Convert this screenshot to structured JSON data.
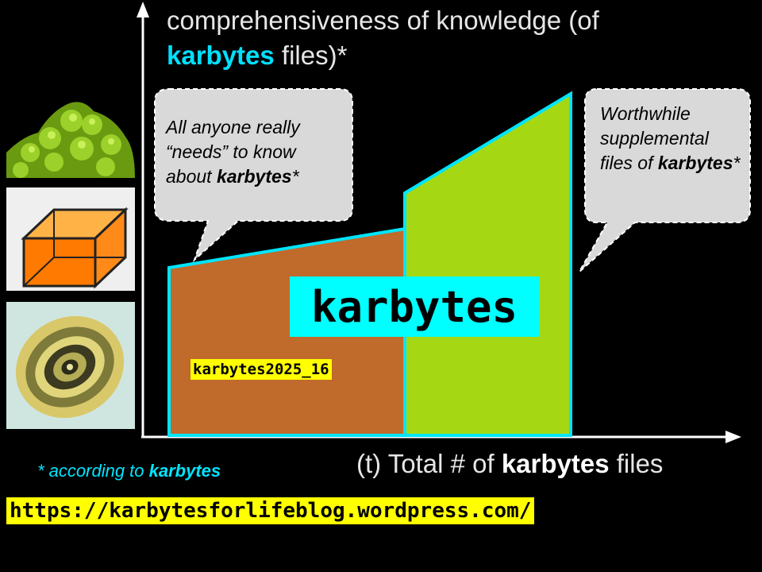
{
  "y_axis_label": {
    "prefix": "comprehensiveness of knowledge (of ",
    "highlight": "karbytes",
    "suffix": " files)*"
  },
  "x_axis_label": {
    "prefix": "(t) Total # of ",
    "highlight": "karbytes",
    "suffix": " files"
  },
  "left_bubble": {
    "text": "All anyone really “needs” to know about ",
    "highlight": "karbytes",
    "suffix": "*"
  },
  "right_bubble": {
    "text": "Worthwhile supplemental files of ",
    "highlight": "karbytes",
    "suffix": "*"
  },
  "center_label": "karbytes",
  "sub_label": "karbytes2025_16",
  "footnote": {
    "prefix": "* according to ",
    "highlight": "karbytes"
  },
  "url": "https://karbytesforlifeblog.wordpress.com/",
  "colors": {
    "brown_region": "#c06a2b",
    "green_region": "#a5d813",
    "outline": "#00e5ff",
    "bubble_fill": "#d9d9d9",
    "label_bg_cyan": "#00ffff",
    "label_bg_yellow": "#ffff00"
  },
  "thumbnails": [
    "romanesco-image",
    "orange-cuboid-drawing",
    "concentric-rings-image"
  ]
}
